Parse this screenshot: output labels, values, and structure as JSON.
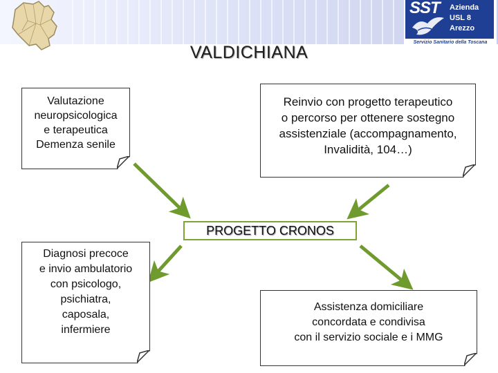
{
  "header": {
    "title": "VALDICHIANA",
    "logo": {
      "letters": "SST",
      "lines": [
        "Azienda",
        "USL 8",
        "Arezzo"
      ],
      "footer": "Servizio Sanitario della Toscana",
      "color": "#1f3f95"
    }
  },
  "center": {
    "label": "PROGETTO CRONOS",
    "border_color": "#7ea433"
  },
  "boxes": {
    "top_left": "Valutazione\nneuropsicologica\ne terapeutica\nDemenza senile",
    "top_right": "Reinvio con progetto terapeutico\no percorso per ottenere sostegno\nassistenziale (accompagnamento,\nInvalidità, 104…)",
    "bottom_left": "Diagnosi precoce\ne invio ambulatorio\ncon psicologo,\npsichiatra,\ncaposala,\ninfermiere",
    "bottom_right": "Assistenza domiciliare\nconcordata e condivisa\ncon il servizio sociale e i MMG"
  },
  "arrow_color": "#6f9a2e"
}
